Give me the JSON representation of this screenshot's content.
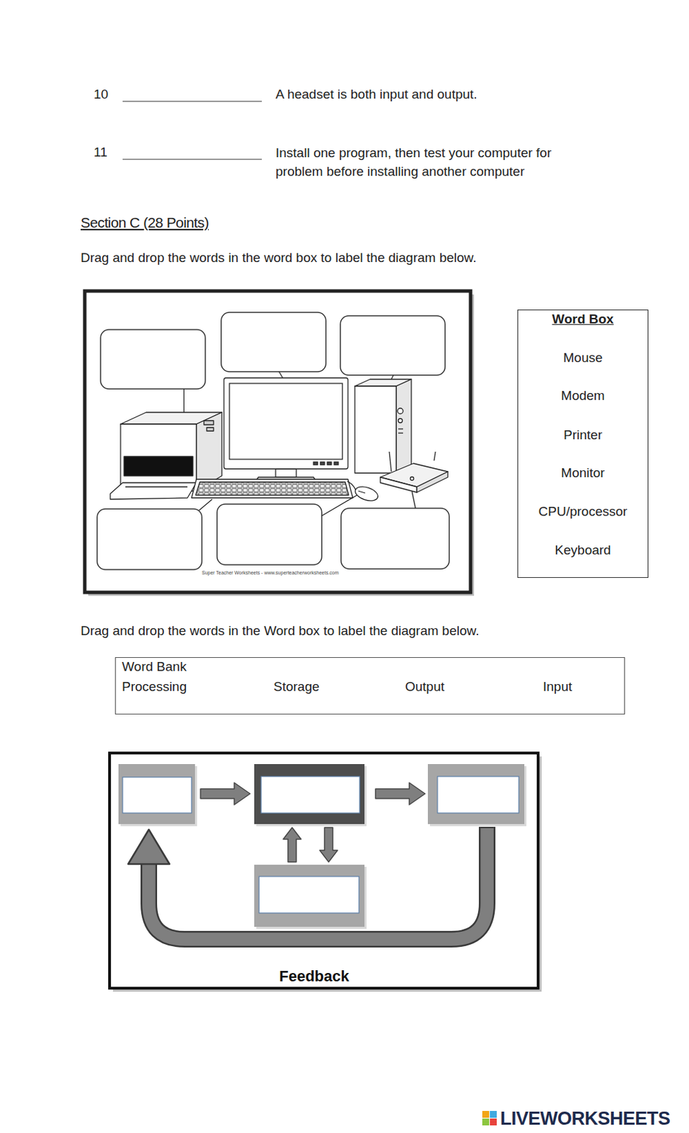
{
  "diagram": {
    "nodes": [
      {
        "text": [
          "Word Box",
          "Mouse",
          "Modem",
          "Printer",
          "Monitor",
          "CPU/processor",
          "Keyboard"
        ]
      },
      {
        "text": [
          "Word Bank",
          "Processing",
          "Storage",
          "Output",
          "Input"
        ]
      }
    ],
    "labels": [
      "10",
      "A headset is both input and output.",
      "11",
      "Install one program, then test your computer for problem before installing another computer",
      "Section C (28 Points)",
      "Drag and drop the words in the word box to label the diagram below.",
      "Super Teacher Worksheets - www.superteacherworksheets.com",
      "Drag and drop the words in the Word box to label the diagram below.",
      "Feedback",
      "LIVEWORKSHEETS"
    ]
  }
}
